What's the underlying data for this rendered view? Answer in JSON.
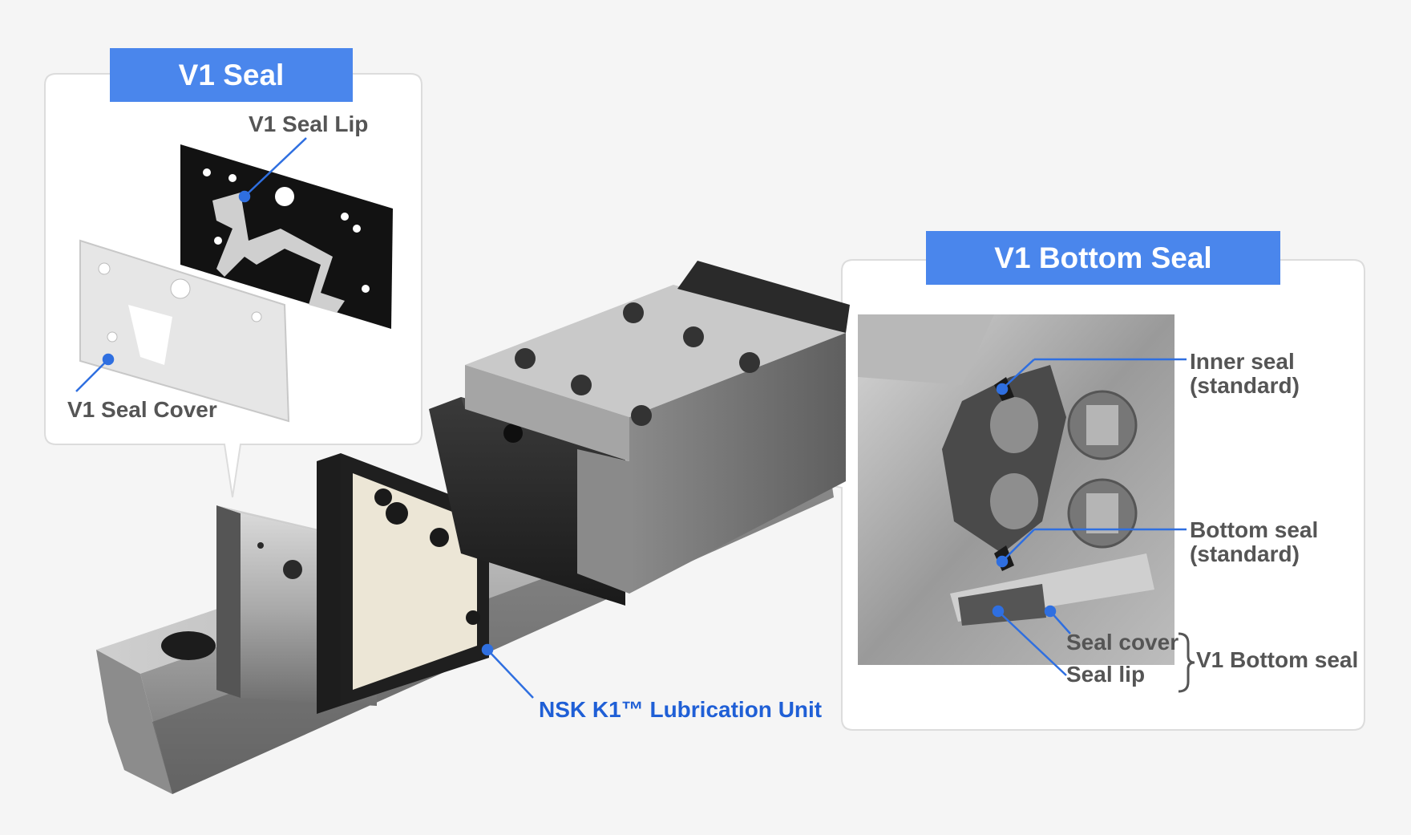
{
  "callouts": {
    "v1_seal": {
      "title": "V1 Seal",
      "lip_label": "V1 Seal Lip",
      "cover_label": "V1 Seal Cover"
    },
    "bottom_seal": {
      "title": "V1 Bottom Seal",
      "inner_seal_label": "Inner seal\n(standard)",
      "bottom_seal_label": "Bottom seal\n(standard)",
      "seal_cover_label": "Seal cover",
      "seal_lip_label": "Seal lip",
      "group_label": "V1 Bottom seal"
    }
  },
  "main": {
    "k1_label": "NSK K1™ Lubrication Unit"
  },
  "colors": {
    "accent": "#4a86ec",
    "leader_line": "#2f6fe0",
    "label_text": "#555555",
    "k1_text": "#1f5fd6"
  }
}
